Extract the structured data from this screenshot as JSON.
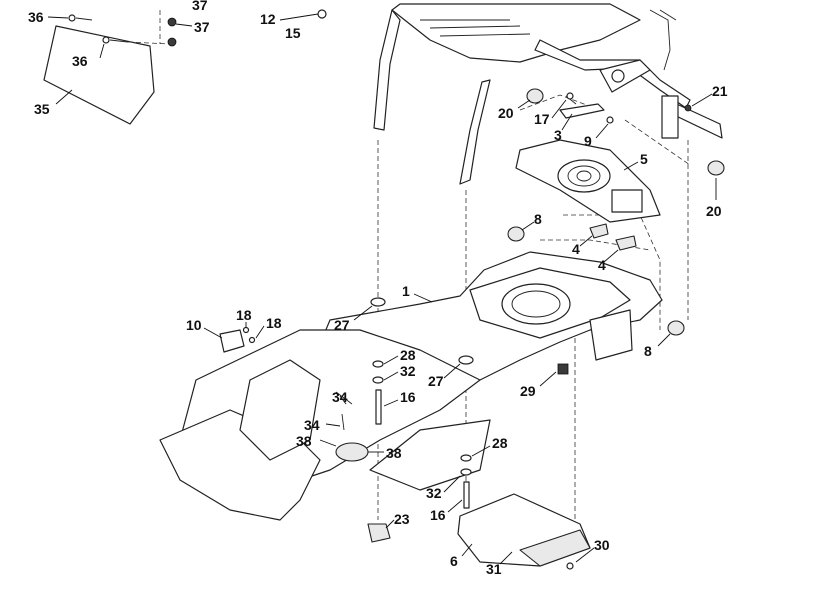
{
  "callouts": [
    {
      "id": "36a",
      "label": "36"
    },
    {
      "id": "37a",
      "label": "37"
    },
    {
      "id": "37b",
      "label": "37"
    },
    {
      "id": "12",
      "label": "12"
    },
    {
      "id": "15",
      "label": "15"
    },
    {
      "id": "36b",
      "label": "36"
    },
    {
      "id": "35",
      "label": "35"
    },
    {
      "id": "21",
      "label": "21"
    },
    {
      "id": "20a",
      "label": "20"
    },
    {
      "id": "17",
      "label": "17"
    },
    {
      "id": "3",
      "label": "3"
    },
    {
      "id": "9",
      "label": "9"
    },
    {
      "id": "5",
      "label": "5"
    },
    {
      "id": "20b",
      "label": "20"
    },
    {
      "id": "8a",
      "label": "8"
    },
    {
      "id": "4a",
      "label": "4"
    },
    {
      "id": "4b",
      "label": "4"
    },
    {
      "id": "1",
      "label": "1"
    },
    {
      "id": "18a",
      "label": "18"
    },
    {
      "id": "10",
      "label": "10"
    },
    {
      "id": "18b",
      "label": "18"
    },
    {
      "id": "27a",
      "label": "27"
    },
    {
      "id": "28a",
      "label": "28"
    },
    {
      "id": "32a",
      "label": "32"
    },
    {
      "id": "27b",
      "label": "27"
    },
    {
      "id": "8b",
      "label": "8"
    },
    {
      "id": "29",
      "label": "29"
    },
    {
      "id": "34a",
      "label": "34"
    },
    {
      "id": "16a",
      "label": "16"
    },
    {
      "id": "34b",
      "label": "34"
    },
    {
      "id": "38a",
      "label": "38"
    },
    {
      "id": "38b",
      "label": "38"
    },
    {
      "id": "28b",
      "label": "28"
    },
    {
      "id": "32b",
      "label": "32"
    },
    {
      "id": "16b",
      "label": "16"
    },
    {
      "id": "23",
      "label": "23"
    },
    {
      "id": "30",
      "label": "30"
    },
    {
      "id": "6",
      "label": "6"
    },
    {
      "id": "31",
      "label": "31"
    }
  ]
}
